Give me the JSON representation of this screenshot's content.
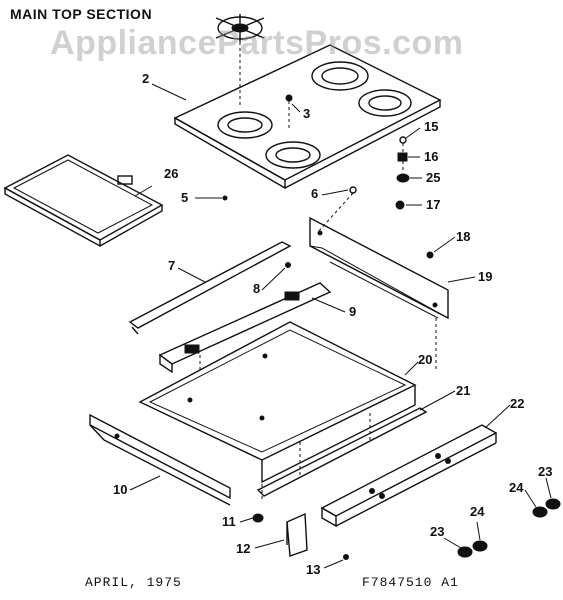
{
  "header": {
    "title": "MAIN TOP SECTION",
    "watermark": "AppliancePartsPros.com"
  },
  "footer": {
    "date": "APRIL, 1975",
    "part_number": "F7847510 A1"
  },
  "callouts": {
    "c2": "2",
    "c3": "3",
    "c5": "5",
    "c6": "6",
    "c7": "7",
    "c8": "8",
    "c9": "9",
    "c10": "10",
    "c11": "11",
    "c12": "12",
    "c13": "13",
    "c15": "15",
    "c16": "16",
    "c17": "17",
    "c18": "18",
    "c19": "19",
    "c20": "20",
    "c21": "21",
    "c22": "22",
    "c23a": "23",
    "c23b": "23",
    "c24a": "24",
    "c24b": "24",
    "c25": "25",
    "c26": "26"
  }
}
